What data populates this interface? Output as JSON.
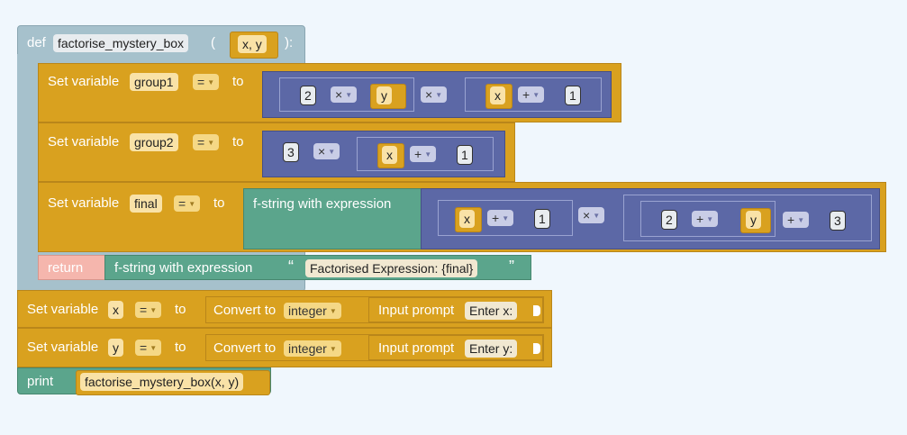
{
  "def": {
    "keyword": "def",
    "name": "factorise_mystery_box",
    "open_paren": "(",
    "params": "x, y",
    "close_paren": "):"
  },
  "statements": {
    "set_label": "Set variable",
    "to_label": "to",
    "op_eq": "=",
    "group1": {
      "var": "group1",
      "expr": {
        "a": "2",
        "op1": "×",
        "b": "y",
        "mid_op": "×",
        "c": "x",
        "op2": "+",
        "d": "1"
      }
    },
    "group2": {
      "var": "group2",
      "expr": {
        "a": "3",
        "op1": "×",
        "b": "x",
        "op2": "+",
        "c": "1"
      }
    },
    "final": {
      "var": "final",
      "fstring_label": "f-string with expression",
      "expr": {
        "a": "x",
        "op1": "+",
        "b": "1",
        "mid_op": "×",
        "c": "2",
        "op2": "+",
        "d": "y",
        "op3": "+",
        "e": "3"
      }
    }
  },
  "return_block": {
    "keyword": "return",
    "fstring_label": "f-string with expression",
    "open_quote": "“",
    "text": "Factorised Expression: {final}",
    "close_quote": "”"
  },
  "inputs": [
    {
      "var": "x",
      "convert_label": "Convert to",
      "type": "integer",
      "prompt_label": "Input prompt",
      "prompt": "Enter x:"
    },
    {
      "var": "y",
      "convert_label": "Convert to",
      "type": "integer",
      "prompt_label": "Input prompt",
      "prompt": "Enter y:"
    }
  ],
  "print_block": {
    "keyword": "print",
    "call": "factorise_mystery_box(x, y)"
  },
  "colors": {
    "background": "#f0f7fd",
    "def_block": "#a6c1cc",
    "variable_block": "#d9a11f",
    "math_block": "#5c68a6",
    "text_block": "#5ba58c",
    "return_block": "#f5b6ad"
  }
}
